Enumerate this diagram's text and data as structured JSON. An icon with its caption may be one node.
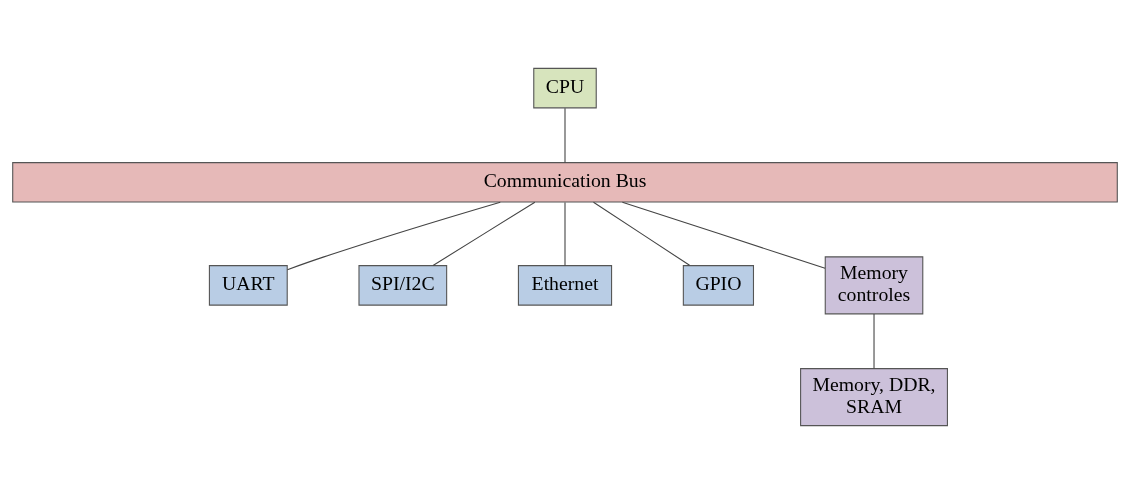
{
  "diagram": {
    "nodes": [
      {
        "text": [
          "CPU"
        ]
      },
      {
        "text": [
          "Communication Bus"
        ]
      },
      {
        "text": [
          "UART"
        ]
      },
      {
        "text": [
          "SPI/I2C"
        ]
      },
      {
        "text": [
          "Ethernet"
        ]
      },
      {
        "text": [
          "GPIO"
        ]
      },
      {
        "text": [
          "Memory controles"
        ]
      },
      {
        "text": [
          "Memory, DDR, SRAM"
        ]
      }
    ],
    "edges": [
      {
        "from": 0,
        "to": 1,
        "arrow": "none"
      },
      {
        "from": 1,
        "to": 2,
        "arrow": "none"
      },
      {
        "from": 1,
        "to": 3,
        "arrow": "none"
      },
      {
        "from": 1,
        "to": 4,
        "arrow": "none"
      },
      {
        "from": 1,
        "to": 5,
        "arrow": "none"
      },
      {
        "from": 1,
        "to": 6,
        "arrow": "none"
      },
      {
        "from": 6,
        "to": 7,
        "arrow": "none"
      }
    ]
  }
}
